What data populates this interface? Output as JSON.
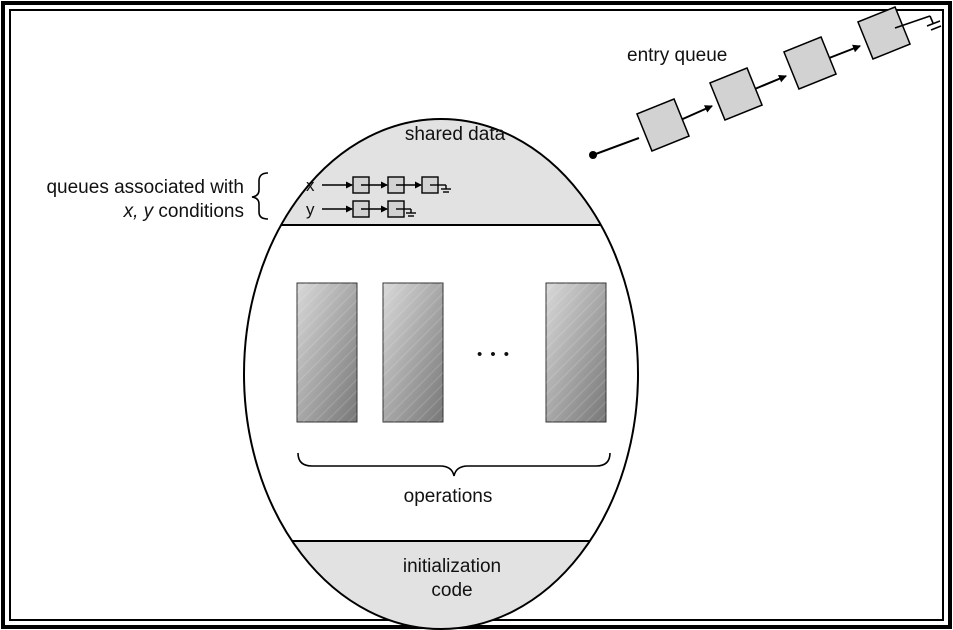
{
  "entry_queue_label": "entry queue",
  "shared_data_label": "shared data",
  "condition_queues_label_line1": "queues associated with",
  "condition_queues_label_line2_italic": "x, y",
  "condition_queues_label_line2_rest": " conditions",
  "queue_x_label": "x",
  "queue_y_label": "y",
  "ellipsis_label": "• • •",
  "operations_label": "operations",
  "init_label_line1": "initialization",
  "init_label_line2": "code",
  "colors": {
    "section_fill": "#e2e2e2",
    "node_fill": "#d2d2d2",
    "stroke": "#000000",
    "operation_gradient_light": "#d9d9d9",
    "operation_gradient_dark": "#777777"
  }
}
